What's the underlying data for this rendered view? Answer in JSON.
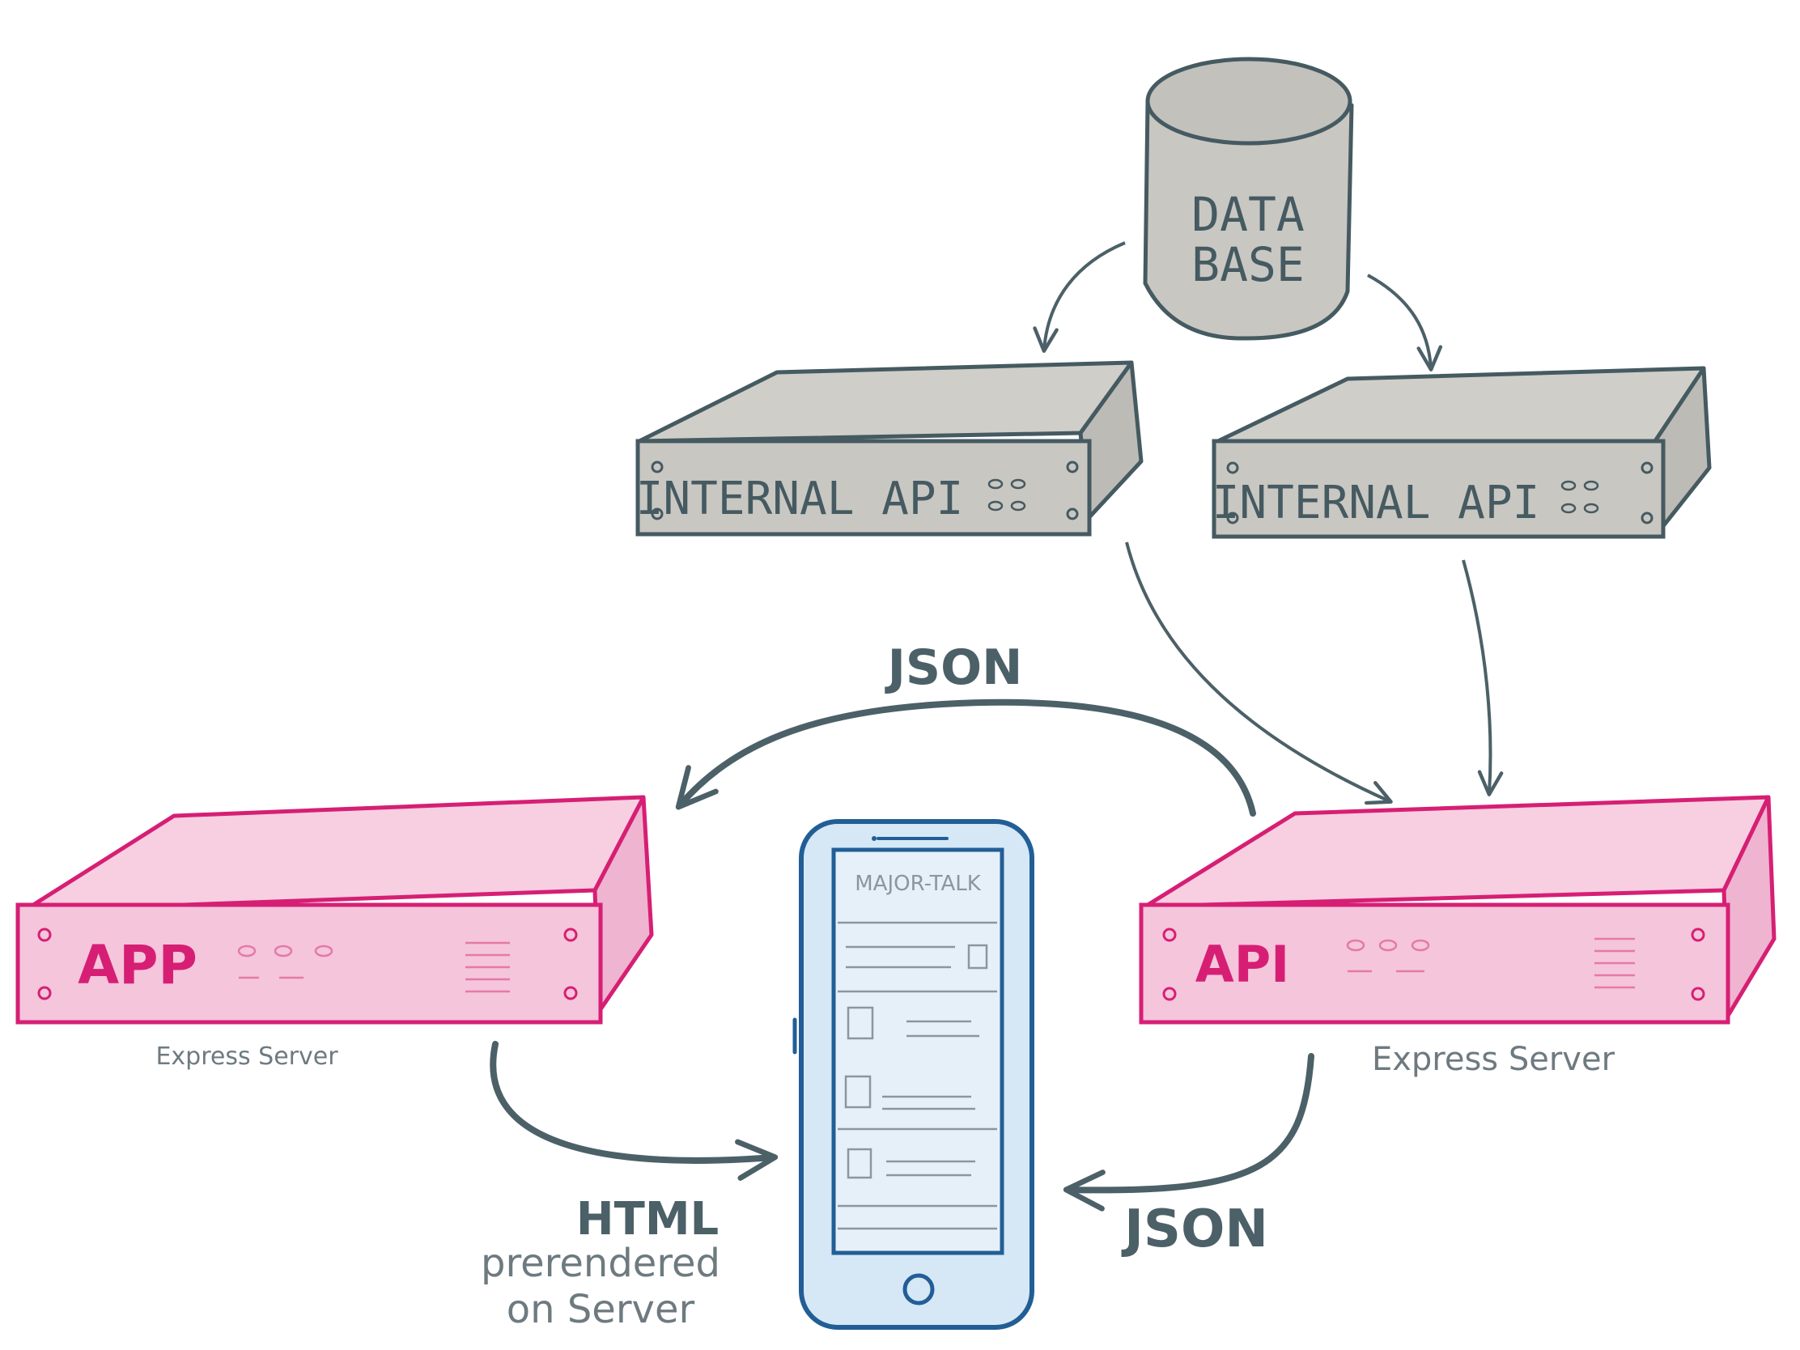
{
  "database": {
    "line1": "DATA",
    "line2": "BASE"
  },
  "internal_api_1": {
    "label": "INTERNAL API"
  },
  "internal_api_2": {
    "label": "INTERNAL API"
  },
  "app_server": {
    "label": "APP",
    "caption": "Express Server"
  },
  "api_server": {
    "label": "API",
    "caption": "Express Server"
  },
  "phone": {
    "header": "MAJOR-TALK"
  },
  "edges": {
    "json_top": "JSON",
    "json_bottom": "JSON",
    "html": "HTML",
    "html_note_line1": "prerendered",
    "html_note_line2": "on Server"
  },
  "colors": {
    "gray_fill": "#c9c7c2",
    "gray_stroke": "#455a61",
    "pink_fill": "#f5c5db",
    "pink_stroke": "#d61f74",
    "blue_fill": "#d6e8f6",
    "blue_stroke": "#225e96",
    "arrow": "#4c6068",
    "caption": "#6e7a80"
  }
}
